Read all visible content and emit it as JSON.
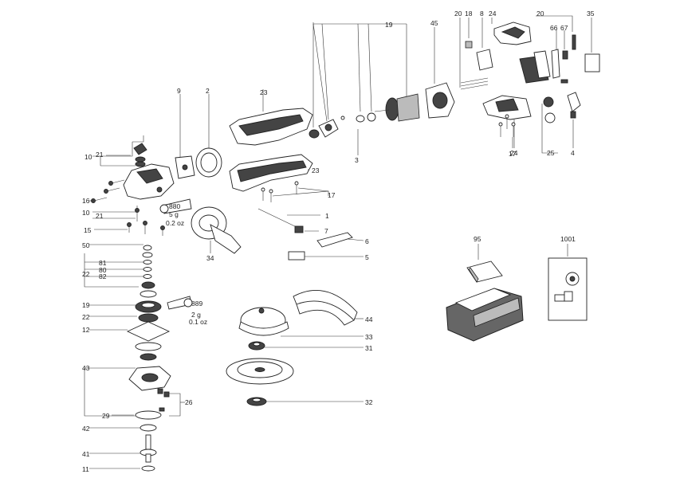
{
  "labels": {
    "p1": "1",
    "p2": "2",
    "p3": "3",
    "p4": "4",
    "p5": "5",
    "p6": "6",
    "p7": "7",
    "p8": "8",
    "p9": "9",
    "p10a": "10",
    "p10b": "10",
    "p11": "11",
    "p12": "12",
    "p15": "15",
    "p16": "16",
    "p17a": "17",
    "p17b": "17",
    "p18": "18",
    "p19a": "19",
    "p19b": "19",
    "p20a": "20",
    "p20b": "20",
    "p21a": "21",
    "p21b": "21",
    "p22a": "22",
    "p22b": "22",
    "p23a": "23",
    "p23b": "23",
    "p24a": "24",
    "p24b": "24",
    "p25": "25",
    "p26": "26",
    "p29": "29",
    "p31": "31",
    "p32": "32",
    "p33": "33",
    "p34": "34",
    "p35": "35",
    "p41": "41",
    "p42": "42",
    "p43": "43",
    "p44": "44",
    "p45": "45",
    "p50": "50",
    "p66": "66",
    "p67": "67",
    "p80": "80",
    "p81": "81",
    "p82": "82",
    "p95": "95",
    "p1001": "1001"
  },
  "grease": {
    "a_code": "880",
    "a_weight": "5 g",
    "a_oz": "0.2 oz",
    "b_code": "889",
    "b_weight": "2 g",
    "b_oz": "0.1 oz"
  },
  "colors": {
    "line": "#333333",
    "part_fill": "#ffffff",
    "dark_fill": "#444444",
    "grey_fill": "#bbbbbb"
  }
}
